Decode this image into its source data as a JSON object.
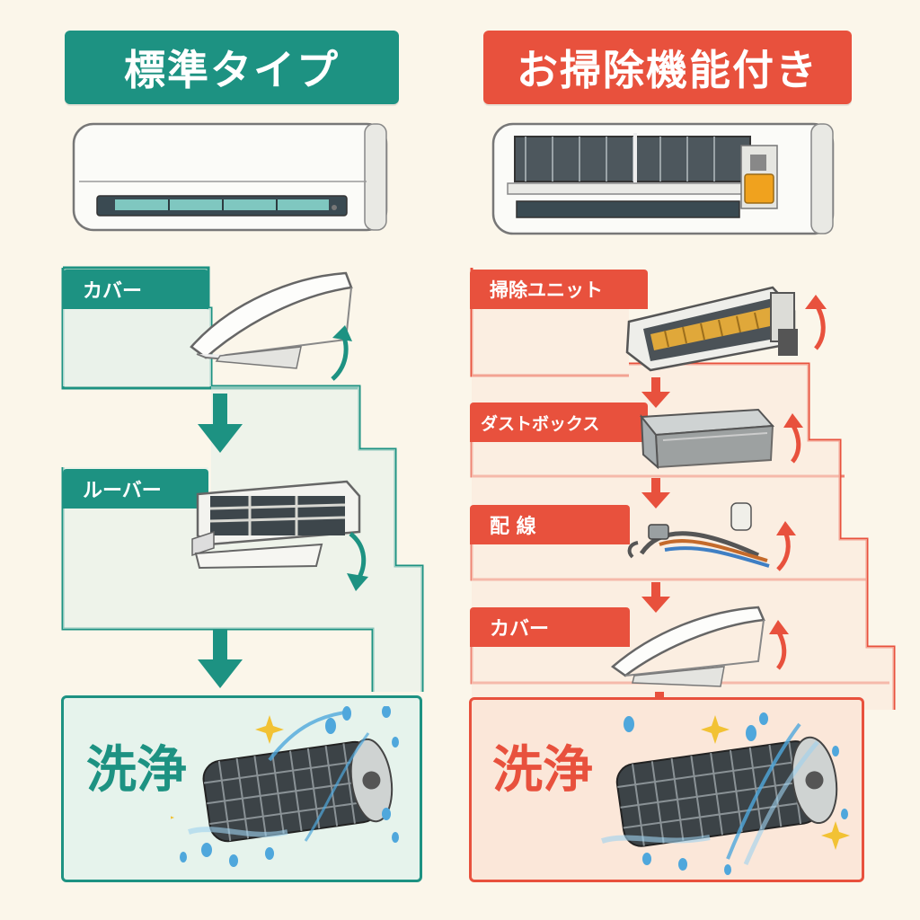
{
  "colors": {
    "teal": "#1d9282",
    "teal_light": "#e3f1ea",
    "orange": "#e8513d",
    "orange_light": "#fbe7d9",
    "background": "#fbf6ea",
    "water": "#4fa7dc",
    "sparkle": "#f2c234"
  },
  "left": {
    "header": "標準タイプ",
    "steps": [
      {
        "label": "カバー",
        "icon": "cover-icon"
      },
      {
        "label": "ルーバー",
        "icon": "louver-icon"
      }
    ],
    "wash": {
      "label": "洗浄",
      "icon": "filter-wash-icon"
    }
  },
  "right": {
    "header": "お掃除機能付き",
    "steps": [
      {
        "label": "掃除ユニット",
        "icon": "cleaning-unit-icon"
      },
      {
        "label": "ダストボックス",
        "icon": "dust-box-icon"
      },
      {
        "label": "配 線",
        "icon": "wiring-icon"
      },
      {
        "label": "カバー",
        "icon": "cover-icon"
      }
    ],
    "wash": {
      "label": "洗浄",
      "icon": "filter-wash-icon"
    }
  }
}
